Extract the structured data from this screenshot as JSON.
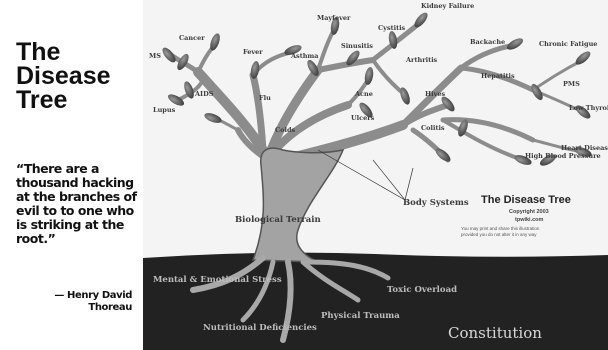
{
  "slide": {
    "title": "The Disease Tree",
    "quote": "“There are a thousand hacking at the branches of evil to to one who is striking at the root.”",
    "attribution": "— Henry David Thoreau"
  },
  "figure": {
    "title": "The Disease Tree",
    "copyright": "Copyright 2003",
    "site": "tpwiki.com",
    "notice_line1": "You may print and share this illustration",
    "notice_line2": "provided you do not alter it in any way",
    "leaf_labels": {
      "cancer": "Cancer",
      "ms": "MS",
      "aids": "AIDS",
      "lupus": "Lupus",
      "fever": "Fever",
      "mayfever": "Mayfever",
      "asthma": "Asthma",
      "cystitis": "Cystitis",
      "kidney_failure": "Kidney Failure",
      "sinusitis": "Sinusitis",
      "arthritis": "Arthritis",
      "backache": "Backache",
      "chronic_fatigue": "Chronic Fatigue",
      "acne": "Acne",
      "flu": "Flu",
      "ulcers": "Ulcers",
      "hepatitis": "Hepatitis",
      "pms": "PMS",
      "colds": "Colds",
      "hives": "Hives",
      "colitis": "Colitis",
      "low_thyroid": "Low Thyroid",
      "heart_disease": "Heart Disease",
      "high_blood_pressure": "High Blood Pressure"
    },
    "trunk_labels": {
      "body_systems": "Body Systems",
      "biological_terrain": "Biological Terrain"
    },
    "root_labels": {
      "mental_emotional_stress": "Mental & Emotional Stress",
      "toxic_overload": "Toxic Overload",
      "nutritional_deficiencies": "Nutritional Deficiencies",
      "physical_trauma": "Physical Trauma"
    },
    "ground_label": "Constitution"
  }
}
